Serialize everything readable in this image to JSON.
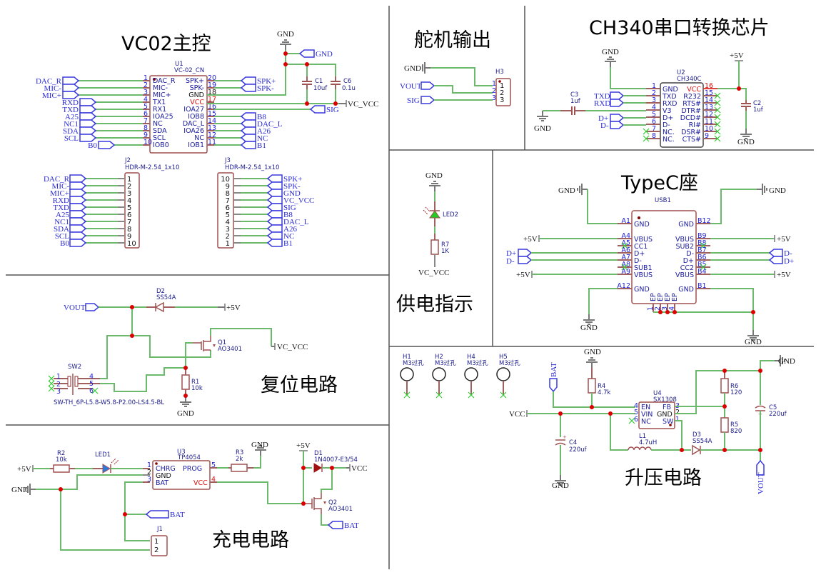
{
  "sections": {
    "vc02": "VC02主控",
    "servo": "舵机输出",
    "ch340": "CH340串口转换芯片",
    "power_ind": "供电指示",
    "typec": "TypeC座",
    "reset": "复位电路",
    "charge": "充电电路",
    "boost": "升压电路"
  },
  "u1": {
    "ref": "U1",
    "value": "VC-02_CN",
    "left_pins": [
      {
        "num": "1",
        "name": "DAC_R",
        "net": "DAC_R"
      },
      {
        "num": "2",
        "name": "MIC-",
        "net": "MIC-"
      },
      {
        "num": "3",
        "name": "MIC+",
        "net": "MIC+"
      },
      {
        "num": "4",
        "name": "TX1",
        "net": "RXD"
      },
      {
        "num": "5",
        "name": "RX1",
        "net": "TXD"
      },
      {
        "num": "6",
        "name": "IOA25",
        "net": "A25"
      },
      {
        "num": "7",
        "name": "NC",
        "net": "NC1"
      },
      {
        "num": "8",
        "name": "SDA",
        "net": "SDA"
      },
      {
        "num": "9",
        "name": "SCL",
        "net": "SCL"
      },
      {
        "num": "10",
        "name": "IOB0",
        "net": "B0"
      }
    ],
    "right_pins": [
      {
        "num": "20",
        "name": "SPK+",
        "net": "SPK+"
      },
      {
        "num": "19",
        "name": "SPK-",
        "net": "SPK-"
      },
      {
        "num": "18",
        "name": "GND",
        "net": ""
      },
      {
        "num": "17",
        "name": "VCC",
        "net": ""
      },
      {
        "num": "16",
        "name": "IOA27",
        "net": "SIG"
      },
      {
        "num": "15",
        "name": "IOB8",
        "net": "B8"
      },
      {
        "num": "14",
        "name": "DAC_L",
        "net": "DAC_L"
      },
      {
        "num": "13",
        "name": "IOA26",
        "net": "A26"
      },
      {
        "num": "12",
        "name": "NC",
        "net": "NC"
      },
      {
        "num": "11",
        "name": "IOB1",
        "net": "B1"
      }
    ],
    "c1": {
      "ref": "C1",
      "value": "10uf"
    },
    "c6": {
      "ref": "C6",
      "value": "0.1u"
    },
    "gnd_label": "GND",
    "gnd_flag": "GND",
    "vc_vcc": "VC_VCC"
  },
  "j2": {
    "ref": "J2",
    "value": "HDR-M-2.54_1x10",
    "pins": [
      {
        "num": "1",
        "net": "DAC_R"
      },
      {
        "num": "2",
        "net": "MIC-"
      },
      {
        "num": "3",
        "net": "MIC+"
      },
      {
        "num": "4",
        "net": "RXD"
      },
      {
        "num": "5",
        "net": "TXD"
      },
      {
        "num": "6",
        "net": "A25"
      },
      {
        "num": "7",
        "net": "NC1"
      },
      {
        "num": "8",
        "net": "SDA"
      },
      {
        "num": "9",
        "net": "SCL"
      },
      {
        "num": "10",
        "net": "B0"
      }
    ]
  },
  "j3": {
    "ref": "J3",
    "value": "HDR-M-2.54_1x10",
    "pins": [
      {
        "num": "10",
        "net": "SPK+"
      },
      {
        "num": "9",
        "net": "SPK-"
      },
      {
        "num": "8",
        "net": "GND"
      },
      {
        "num": "7",
        "net": "VC_VCC"
      },
      {
        "num": "6",
        "net": "SIG"
      },
      {
        "num": "5",
        "net": "B8"
      },
      {
        "num": "4",
        "net": "DAC_L"
      },
      {
        "num": "3",
        "net": "A26"
      },
      {
        "num": "2",
        "net": "NC"
      },
      {
        "num": "1",
        "net": "B1"
      }
    ]
  },
  "h3": {
    "ref": "H3",
    "gnd": "GND",
    "nets": [
      "VOUT",
      "SIG"
    ],
    "pins": [
      "1",
      "2",
      "3"
    ]
  },
  "u2": {
    "ref": "U2",
    "value": "CH340C",
    "left_pins": [
      {
        "num": "1",
        "name": "GND"
      },
      {
        "num": "2",
        "name": "TXD"
      },
      {
        "num": "3",
        "name": "RXD"
      },
      {
        "num": "4",
        "name": "V3"
      },
      {
        "num": "5",
        "name": "D+"
      },
      {
        "num": "6",
        "name": "D-"
      },
      {
        "num": "7",
        "name": "NC."
      },
      {
        "num": "8",
        "name": "NC."
      }
    ],
    "right_pins": [
      {
        "num": "16",
        "name": "VCC"
      },
      {
        "num": "15",
        "name": "R232"
      },
      {
        "num": "14",
        "name": "RTS#"
      },
      {
        "num": "13",
        "name": "DTR#"
      },
      {
        "num": "12",
        "name": "DCD#"
      },
      {
        "num": "11",
        "name": "RI#"
      },
      {
        "num": "10",
        "name": "DSR#"
      },
      {
        "num": "9",
        "name": "CTS#"
      }
    ],
    "nets": {
      "txd": "TXD",
      "rxd": "RXD",
      "dp": "D+",
      "dm": "D-",
      "gnd": "GND",
      "p5v": "+5V"
    },
    "c3": {
      "ref": "C3",
      "value": "1uf"
    },
    "c2": {
      "ref": "C2",
      "value": "1uf"
    }
  },
  "power_indicator": {
    "gnd": "GND",
    "led": "LED2",
    "r7": {
      "ref": "R7",
      "value": "1K"
    },
    "vcc": "VC_VCC"
  },
  "usb1": {
    "ref": "USB1",
    "left_pins": [
      {
        "num": "A1",
        "name": "GND"
      },
      {
        "num": "A4",
        "name": "VBUS"
      },
      {
        "num": "A5",
        "name": "CC1"
      },
      {
        "num": "A6",
        "name": "D+"
      },
      {
        "num": "A7",
        "name": "D-"
      },
      {
        "num": "A8",
        "name": "SUB1"
      },
      {
        "num": "A9",
        "name": "VBUS"
      },
      {
        "num": "A12",
        "name": "GND"
      }
    ],
    "right_pins": [
      {
        "num": "B12",
        "name": "GND"
      },
      {
        "num": "B9",
        "name": "VBUS"
      },
      {
        "num": "B8",
        "name": "SUB2"
      },
      {
        "num": "B7",
        "name": "D-"
      },
      {
        "num": "B6",
        "name": "D+"
      },
      {
        "num": "B5",
        "name": "CC2"
      },
      {
        "num": "B4",
        "name": "VBUS"
      },
      {
        "num": "B1",
        "name": "GND"
      }
    ],
    "ep_pins": [
      "1",
      "2",
      "3",
      "4"
    ],
    "ep_name": "EP",
    "nets": {
      "gnd": "GND",
      "p5v": "+5V",
      "dp": "D+",
      "dm": "D-"
    }
  },
  "reset": {
    "vout": "VOUT",
    "d2": {
      "ref": "D2",
      "value": "SS54A"
    },
    "p5v": "+5V",
    "q1": {
      "ref": "Q1",
      "value": "AO3401"
    },
    "vc_vcc": "VC_VCC",
    "sw2": {
      "ref": "SW2",
      "value": "SW-TH_6P-L5.8-W5.8-P2.00-LS4.5-BL",
      "pins": [
        "1",
        "2",
        "3",
        "4",
        "5",
        "6"
      ]
    },
    "r1": {
      "ref": "R1",
      "value": "10k"
    },
    "gnd": "GND"
  },
  "charge": {
    "p5v": "+5V",
    "gnd": "GND",
    "r2": {
      "ref": "R2",
      "value": "10k"
    },
    "led1": "LED1",
    "u3": {
      "ref": "U3",
      "value": "TP4054",
      "pins": [
        {
          "num": "1",
          "name": "CHRG"
        },
        {
          "num": "2",
          "name": "GND"
        },
        {
          "num": "3",
          "name": "BAT"
        },
        {
          "num": "5",
          "name": "PROG"
        },
        {
          "num": "4",
          "name": "VCC"
        }
      ]
    },
    "r3": {
      "ref": "R3",
      "value": "2k"
    },
    "d1": {
      "ref": "D1",
      "value": "1N4007-E3/54"
    },
    "vcc": "VCC",
    "q2": {
      "ref": "Q2",
      "value": "AO3401"
    },
    "bat": "BAT",
    "j1": {
      "ref": "J1",
      "pins": [
        "1",
        "2"
      ]
    }
  },
  "holes": [
    {
      "ref": "H1",
      "value": "M3过孔"
    },
    {
      "ref": "H2",
      "value": "M3过孔"
    },
    {
      "ref": "H4",
      "value": "M3过孔"
    },
    {
      "ref": "H5",
      "value": "M3过孔"
    }
  ],
  "boost": {
    "bat": "BAT",
    "gnd": "GND",
    "vcc": "VCC",
    "vout": "VOUT",
    "r4": {
      "ref": "R4",
      "value": "4.7k"
    },
    "u4": {
      "ref": "U4",
      "value": "SX1308",
      "left_pins": [
        {
          "num": "4",
          "name": "EN"
        },
        {
          "num": "5",
          "name": "VIN"
        },
        {
          "num": "6",
          "name": "NC"
        }
      ],
      "right_pins": [
        {
          "num": "3",
          "name": "FB"
        },
        {
          "num": "2",
          "name": "GND"
        },
        {
          "num": "1",
          "name": "SW"
        }
      ]
    },
    "r6": {
      "ref": "R6",
      "value": "120"
    },
    "r5": {
      "ref": "R5",
      "value": "820"
    },
    "c4": {
      "ref": "C4",
      "value": "220uf"
    },
    "c5": {
      "ref": "C5",
      "value": "220uf"
    },
    "l1": {
      "ref": "L1",
      "value": "4.7uH"
    },
    "d3": {
      "ref": "D3",
      "value": "SS54A"
    }
  }
}
